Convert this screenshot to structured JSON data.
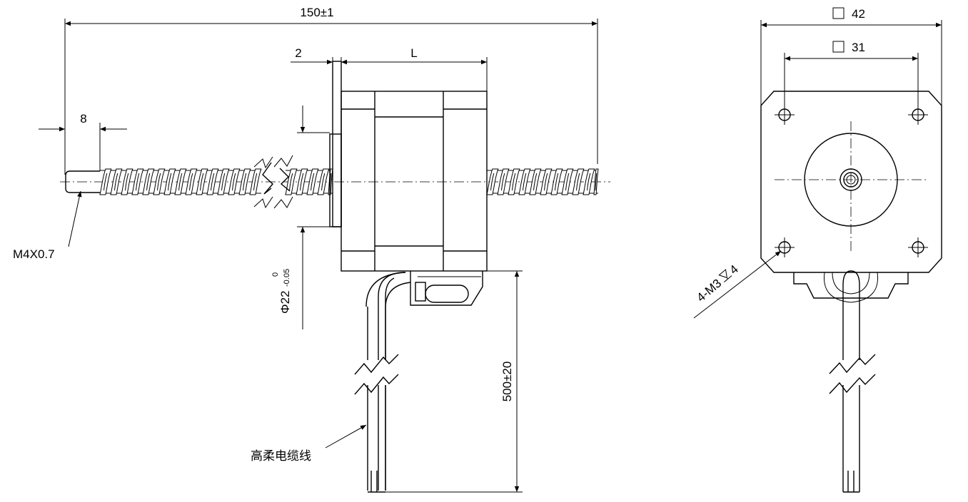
{
  "drawing": {
    "dims": {
      "total_length": "150±1",
      "shaft_end": "8",
      "flange": "2",
      "body_length": "L",
      "boss_diameter_symbol": "Φ22",
      "boss_tol_upper": "0",
      "boss_tol_lower": "-0.05",
      "lead_length": "500±20",
      "square_42": "42",
      "square_31": "31"
    },
    "labels": {
      "thread_spec": "M4X0.7",
      "cable": "高柔电缆线",
      "holes": "4-M3",
      "hole_depth": "4"
    }
  },
  "colors": {
    "line": "#000000",
    "background": "#ffffff"
  }
}
